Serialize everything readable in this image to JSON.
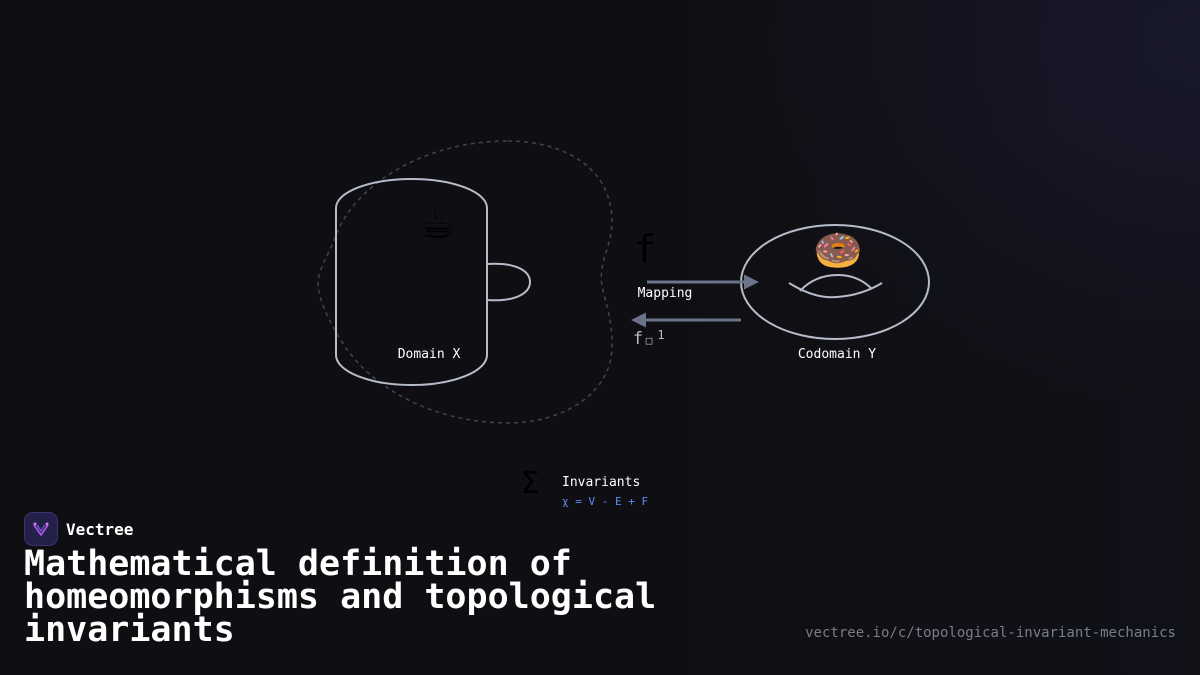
{
  "diagram": {
    "domain_label": "Domain X",
    "codomain_label": "Codomain Y",
    "mapping_symbol": "f",
    "mapping_label": "Mapping",
    "inverse_symbol": "f",
    "inverse_superscript": "1",
    "inverse_glyph": "□",
    "invariants_symbol": "Σ",
    "invariants_label": "Invariants",
    "invariants_formula": "χ = V - E + F",
    "mug_icon": "☕",
    "donut_icon": "🍩"
  },
  "brand": {
    "name": "Vectree",
    "logo": "vectree-logo-icon"
  },
  "headline": "Mathematical definition of homeomorphisms and topological invariants",
  "url": "vectree.io/c/topological-invariant-mechanics",
  "colors": {
    "background": "#0f0f13",
    "outline": "#b7bccb",
    "arrow": "#6b7489",
    "dashed": "#3c4558",
    "formula": "#5b8cf5",
    "brand_accent": "#b35be8"
  }
}
